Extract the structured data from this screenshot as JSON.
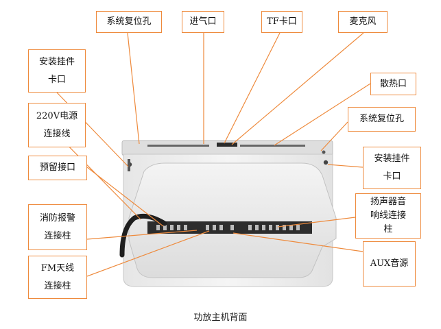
{
  "diagram": {
    "caption": "功放主机背面",
    "labels": {
      "reset_top": "系统复位孔",
      "air_inlet": "进气口",
      "tf_slot": "TF卡口",
      "microphone": "麦克风",
      "mount_left": "安装挂件\n卡口",
      "heat_vent": "散热口",
      "power_line": "220V电源\n连接线",
      "reset_right": "系统复位孔",
      "reserved_port": "预留接口",
      "mount_right": "安装挂件\n卡口",
      "fire_alarm": "消防报警\n连接柱",
      "speaker_line": "扬声器音\n响线连接\n柱",
      "fm_antenna": "FM天线\n连接柱",
      "aux_source": "AUX音源"
    },
    "colors": {
      "callout_line": "#ee8a3c",
      "box_border": "#ee8a3c",
      "device_body": "#e9e9e9",
      "device_dark": "#3a3a3a"
    }
  }
}
